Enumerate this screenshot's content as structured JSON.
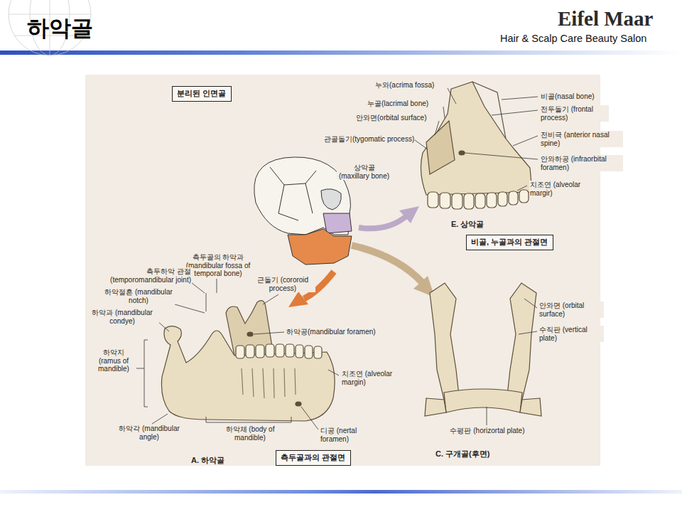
{
  "diagram": {
    "title": "하악골",
    "nodes": [
      {
        "text": [
          "분리된 인면골"
        ]
      },
      {
        "text": [
          "비골, 누골과의 관절면"
        ]
      },
      {
        "text": [
          "측두골과의 관절면"
        ]
      }
    ],
    "labels": [
      "Eifel Maar",
      "Hair & Scalp Care Beauty Salon",
      "누와(acrima fossa)",
      "누골(lacrimal bone)",
      "안와면(orbital surface)",
      "관골돌기(tygomatic process)",
      "상악골 (maxillary bone)",
      "비골(nasal bone)",
      "전두돌기 (frontal process)",
      "전비극 (anterior nasal spine)",
      "안와하공 (infraorbital foramen)",
      "치조연 (alveolar margir)",
      "E. 상악골",
      "측두골의 하악과 (mandibular fossa of temporal bone)",
      "측두하악 관절 (temporomandibular joint)",
      "근돌기 (cororoid process)",
      "하악절흔 (mandibular notch)",
      "하악과 (mandibular condye)",
      "하악공(mandibular foramen)",
      "하악지 (ramus of mandible)",
      "치조연 (alveolar margin)",
      "하악각 (mandibular angle)",
      "하악체 (body of mandible)",
      "디공 (nertal foramen)",
      "A. 하악골",
      "안와면 (orbital surface)",
      "수직판 (vertical plate)",
      "수평판 (horizortal plate)",
      "C. 구개골(후면)"
    ]
  }
}
